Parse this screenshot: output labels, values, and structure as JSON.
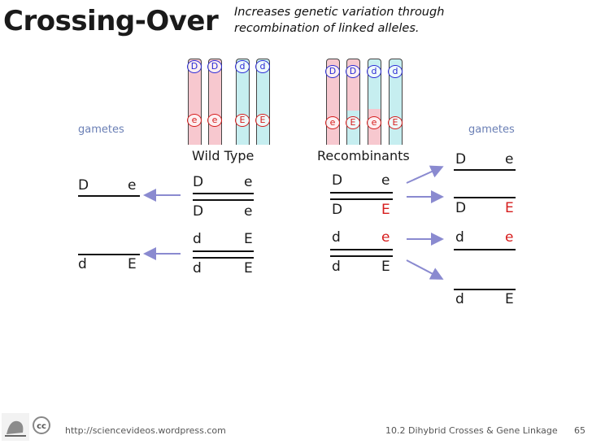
{
  "header": {
    "title": "Crossing-Over",
    "subtitle": "Increases genetic variation through recombination of linked alleles."
  },
  "diagram": {
    "gametes_left": "gametes",
    "gametes_right": "gametes",
    "wild_type_label": "Wild Type",
    "recombinants_label": "Recombinants",
    "chromosome_alleles": {
      "wild": [
        [
          "D",
          "e"
        ],
        [
          "D",
          "e"
        ],
        [
          "d",
          "E"
        ],
        [
          "d",
          "E"
        ]
      ],
      "recomb": [
        [
          "D",
          "e"
        ],
        [
          "D",
          "E"
        ],
        [
          "d",
          "e"
        ],
        [
          "d",
          "E"
        ]
      ]
    },
    "wild_pairs": [
      {
        "top": [
          "D",
          "e"
        ],
        "bottom": [
          "D",
          "e"
        ]
      },
      {
        "top": [
          "d",
          "E"
        ],
        "bottom": [
          "d",
          "E"
        ]
      }
    ],
    "wild_gametes": [
      [
        "D",
        "e"
      ],
      [
        "d",
        "E"
      ]
    ],
    "recomb_pairs": [
      {
        "top": [
          "D",
          "e"
        ],
        "bottom": [
          "D",
          "E"
        ]
      },
      {
        "top": [
          "d",
          "e"
        ],
        "bottom": [
          "d",
          "E"
        ]
      }
    ],
    "recomb_gametes": [
      [
        "D",
        "e"
      ],
      [
        "D",
        "E"
      ],
      [
        "d",
        "e"
      ],
      [
        "d",
        "E"
      ]
    ],
    "colors": {
      "dominant_blue": "#2b2bd6",
      "recessive_red": "#d61c1c",
      "pink": "#f7c8cf",
      "cyan": "#c6eef0",
      "arrow": "#8a8ad0"
    }
  },
  "footer": {
    "url": "http://sciencevideos.wordpress.com",
    "course": "10.2 Dihybrid Crosses & Gene Linkage",
    "page": "65",
    "cc_label": "cc"
  }
}
